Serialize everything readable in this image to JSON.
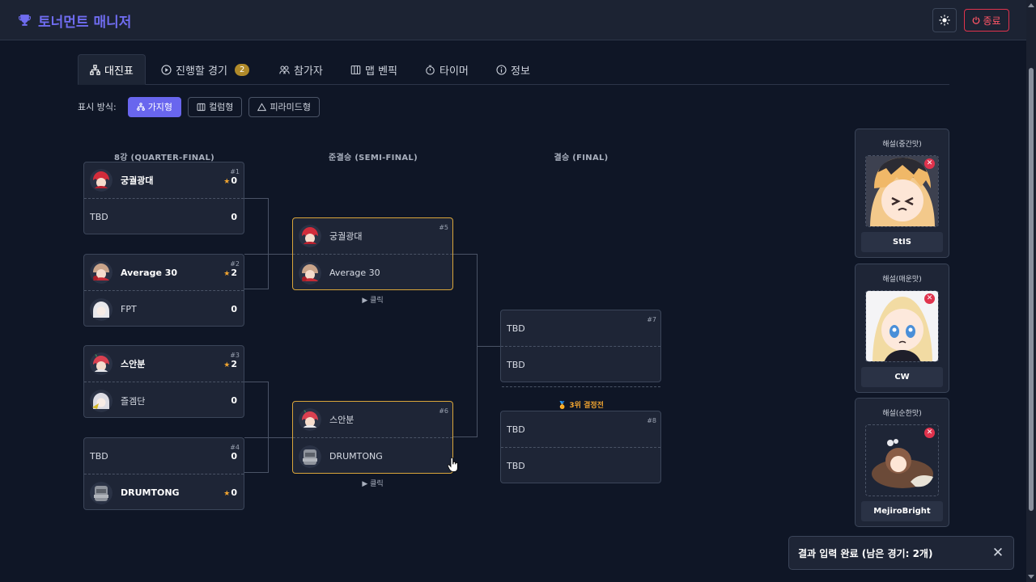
{
  "header": {
    "title": "토너먼트 매니저",
    "exit_label": "종료"
  },
  "tabs": [
    {
      "label": "대진표",
      "active": true
    },
    {
      "label": "진행할 경기",
      "badge": "2"
    },
    {
      "label": "참가자"
    },
    {
      "label": "맵 벤픽"
    },
    {
      "label": "타이머"
    },
    {
      "label": "정보"
    }
  ],
  "view_mode": {
    "label": "표시 방식:",
    "options": [
      "가지형",
      "컬럼형",
      "피라미드형"
    ],
    "selected": "가지형"
  },
  "rounds": [
    "8강 (QUARTER-FINAL)",
    "준결승 (SEMI-FINAL)",
    "결승 (FINAL)"
  ],
  "matches": [
    {
      "num": "#1",
      "top": {
        "name": "궁궐광대",
        "score": "0",
        "star": true,
        "winner": true
      },
      "bottom": {
        "name": "TBD",
        "score": "0"
      }
    },
    {
      "num": "#2",
      "top": {
        "name": "Average 30",
        "score": "2",
        "star": true,
        "winner": true
      },
      "bottom": {
        "name": "FPT",
        "score": "0"
      }
    },
    {
      "num": "#3",
      "top": {
        "name": "스안분",
        "score": "2",
        "star": true,
        "winner": true
      },
      "bottom": {
        "name": "즐겜단",
        "score": "0"
      }
    },
    {
      "num": "#4",
      "top": {
        "name": "TBD",
        "score": "0"
      },
      "bottom": {
        "name": "DRUMTONG",
        "score": "0",
        "star": true,
        "winner": true
      }
    },
    {
      "num": "#5",
      "top": {
        "name": "궁궐광대"
      },
      "bottom": {
        "name": "Average 30"
      }
    },
    {
      "num": "#6",
      "top": {
        "name": "스안분"
      },
      "bottom": {
        "name": "DRUMTONG"
      }
    },
    {
      "num": "#7",
      "top": {
        "name": "TBD"
      },
      "bottom": {
        "name": "TBD"
      }
    },
    {
      "num": "#8",
      "top": {
        "name": "TBD"
      },
      "bottom": {
        "name": "TBD"
      }
    }
  ],
  "click_hint": "▶ 클릭",
  "third_place_label": "3위 결정전",
  "casters": [
    {
      "title": "해설(중간맛)",
      "name": "StIS"
    },
    {
      "title": "해설(매운맛)",
      "name": "CW"
    },
    {
      "title": "해설(순한맛)",
      "name": "MejiroBright"
    }
  ],
  "toast": {
    "message": "결과 입력 완료 (남은 경기: 2개)"
  },
  "colors": {
    "accent": "#6966ee",
    "highlight": "#d9a53a",
    "danger": "#e0334d",
    "star": "#f0a430"
  }
}
